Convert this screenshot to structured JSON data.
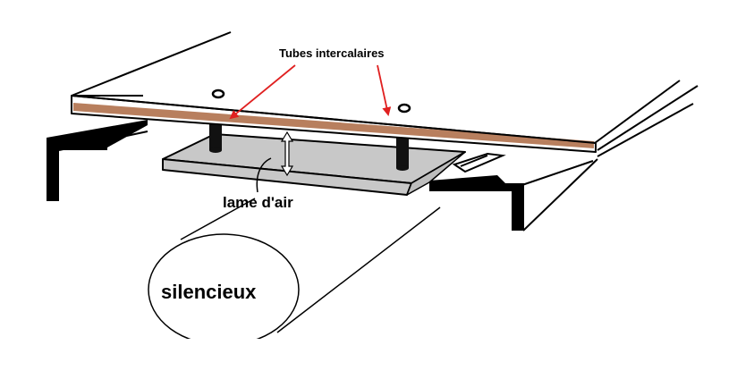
{
  "labels": {
    "spacer_tubes": "Tubes intercalaires",
    "air_gap": "lame d'air",
    "silencer": "silencieux"
  },
  "colors": {
    "top_plate": "#b87f5e",
    "bottom_plate": "#c8c8c8",
    "arrow": "#e02020",
    "ink": "#000000"
  },
  "icons": {
    "air_gap_marker": "double-arrow-vertical-icon",
    "tube_hole": "ring-icon"
  }
}
